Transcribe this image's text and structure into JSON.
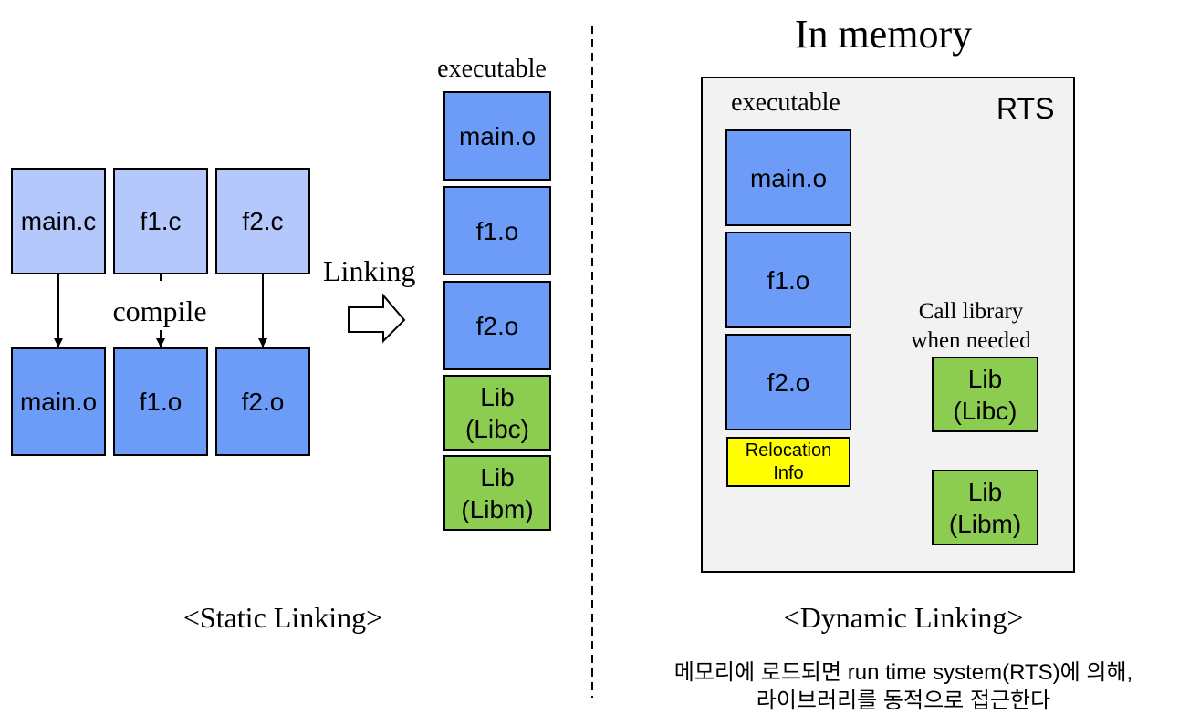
{
  "static": {
    "sources": [
      "main.c",
      "f1.c",
      "f2.c"
    ],
    "objects": [
      "main.o",
      "f1.o",
      "f2.o"
    ],
    "compile_label": "compile",
    "linking_label": "Linking",
    "executable_label": "executable",
    "exec_objects": [
      "main.o",
      "f1.o",
      "f2.o"
    ],
    "libs": [
      "Lib\n(Libc)",
      "Lib\n(Libm)"
    ],
    "caption": "<Static Linking>"
  },
  "dynamic": {
    "title": "In memory",
    "rts_label": "RTS",
    "executable_label": "executable",
    "exec_objects": [
      "main.o",
      "f1.o",
      "f2.o"
    ],
    "relocation": "Relocation\nInfo",
    "call_note": "Call library\nwhen needed",
    "libs": [
      "Lib\n(Libc)",
      "Lib\n(Libm)"
    ],
    "caption": "<Dynamic Linking>"
  },
  "korean_note": "메모리에 로드되면 run time system(RTS)에 의해,\n라이브러리를 동적으로 접근한다",
  "colors": {
    "source_fill": "#b4c8fb",
    "object_fill": "#6d9cf8",
    "library_fill": "#8ccc50",
    "relocation_fill": "#ffff00",
    "rts_panel_fill": "#f2f2f2"
  }
}
